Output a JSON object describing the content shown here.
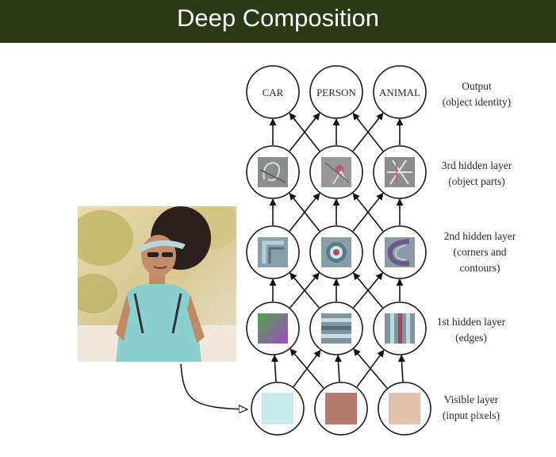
{
  "title": "Deep Composition",
  "nodes": {
    "output": [
      "CAR",
      "PERSON",
      "ANIMAL"
    ]
  },
  "layers": {
    "output": {
      "line1": "Output",
      "line2": "(object identity)"
    },
    "hidden3": {
      "line1": "3rd hidden layer",
      "line2": "(object parts)"
    },
    "hidden2": {
      "line1": "2nd hidden layer",
      "line2": "(corners and",
      "line3": "contours)"
    },
    "hidden1": {
      "line1": "1st hidden layer",
      "line2": "(edges)"
    },
    "visible": {
      "line1": "Visible layer",
      "line2": "(input pixels)"
    }
  },
  "pixel_colors": [
    "#c6ebe8",
    "#b47a6d",
    "#e3c2b0"
  ],
  "colors": {
    "header": "#2b3a16",
    "title": "#ffffff",
    "node_stroke": "#1a1a1a"
  },
  "icons": {
    "arrow": "filled-triangle-arrowhead",
    "photo": "woman-in-visor-photo"
  }
}
